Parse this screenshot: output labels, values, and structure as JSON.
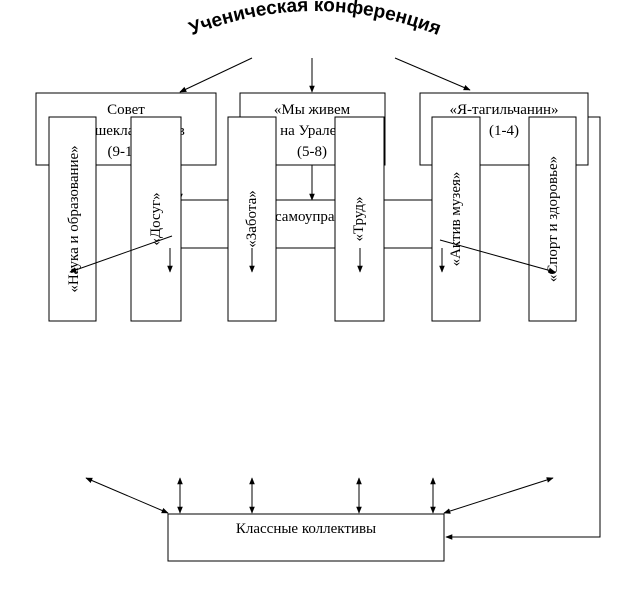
{
  "title": "Ученическая конференция",
  "top_boxes": [
    {
      "line1": "Совет",
      "line2": "старшеклассников",
      "line3": "(9-11)"
    },
    {
      "line1": "«Мы живем",
      "line2": "на Урале»",
      "line3": "(5-8)"
    },
    {
      "line1": "«Я-тагильчанин»",
      "line2": "(1-4)"
    }
  ],
  "center": "Центр самоуправления",
  "columns": [
    "«Наука и образование»",
    "«Досуг»",
    "«Забота»",
    "«Труд»",
    "«Актив музея»",
    "«Спорт и здоровье»"
  ],
  "bottom": "Классные коллективы"
}
